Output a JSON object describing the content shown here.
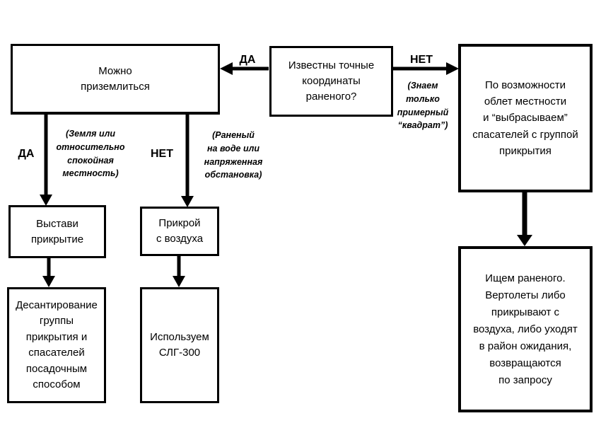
{
  "diagram": {
    "boxes": {
      "can_land": {
        "text": "Можно\nприземлиться"
      },
      "coords_known": {
        "text": "Известны точные\nкоординаты\nраненого?"
      },
      "overfly": {
        "text": "По возможности\nоблет местности\nи “выбрасываем”\nспасателей с группой\nприкрытия"
      },
      "set_cover": {
        "text": "Выстави\nприкрытие"
      },
      "cover_from_air": {
        "text": "Прикрой\nс воздуха"
      },
      "landing_method": {
        "text": "Десантирование\nгруппы\nприкрытия и\nспасателей\nпосадочным\nспособом"
      },
      "use_slg": {
        "text": "Используем\nСЛГ-300"
      },
      "search_wounded": {
        "text": "Ищем раненого.\nВертолеты либо\nприкрывают с\nвоздуха, либо уходят\nв район ожидания,\nвозвращаются\nпо запросу"
      }
    },
    "labels": {
      "yes_top": "ДА",
      "no_top": "НЕТ",
      "yes_left": "ДА",
      "no_mid": "НЕТ",
      "note_square": "(Знаем\nтолько\nпримерный\n“квадрат”)",
      "note_calm": "(Земля или\nотносительно\nспокойная\nместность)",
      "note_water": "(Раненый\nна воде или\nнапряженная\nобстановка)"
    },
    "colors": {
      "line": "#000000",
      "background": "#ffffff"
    }
  }
}
